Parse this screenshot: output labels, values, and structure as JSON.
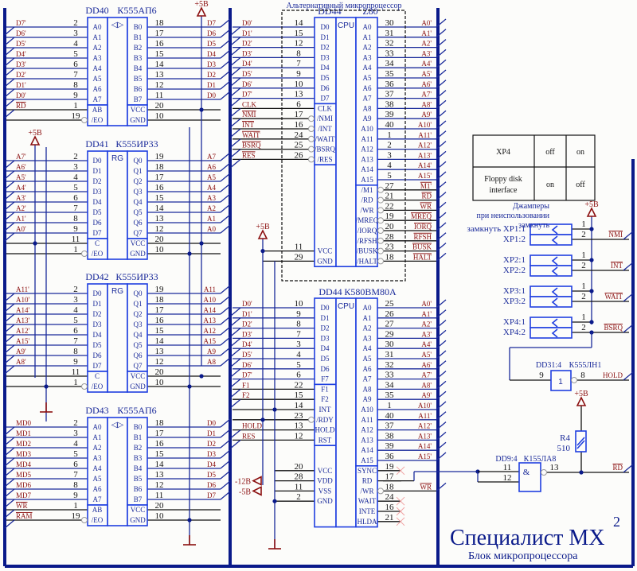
{
  "title": {
    "main": "Специалист МХ",
    "superscript": "2",
    "subtitle": "Блок микропроцессора"
  },
  "colors": {
    "bus": "#0a1a8a",
    "chip_border": "#1f3fe0",
    "net_label": "#8b1010",
    "wire": "#111111"
  },
  "power": {
    "plus5": "+5В",
    "minus12": "-12В",
    "minus5": "-5В"
  },
  "alt_cpu_caption": "Альтернативный микропроцессор",
  "chips": {
    "dd40": {
      "ref": "DD40",
      "part": "К555АП6",
      "center": "◁▷",
      "left_pins": [
        {
          "net": "D7'",
          "num": "2",
          "name": "A0"
        },
        {
          "net": "D6'",
          "num": "3",
          "name": "A1"
        },
        {
          "net": "D5'",
          "num": "4",
          "name": "A2"
        },
        {
          "net": "D4'",
          "num": "5",
          "name": "A3"
        },
        {
          "net": "D3'",
          "num": "6",
          "name": "A4"
        },
        {
          "net": "D2'",
          "num": "7",
          "name": "A5"
        },
        {
          "net": "D1'",
          "num": "8",
          "name": "A6"
        },
        {
          "net": "D0'",
          "num": "9",
          "name": "A7"
        },
        {
          "net": "RD",
          "num": "1",
          "name": "AB",
          "overline": true
        },
        {
          "net": "",
          "num": "19",
          "name": "/EO"
        }
      ],
      "right_pins": [
        {
          "net": "D7",
          "num": "18",
          "name": "B0"
        },
        {
          "net": "D6",
          "num": "17",
          "name": "B1"
        },
        {
          "net": "D5",
          "num": "16",
          "name": "B2"
        },
        {
          "net": "D4",
          "num": "15",
          "name": "B3"
        },
        {
          "net": "D3",
          "num": "14",
          "name": "B4"
        },
        {
          "net": "D2",
          "num": "13",
          "name": "B5"
        },
        {
          "net": "D1",
          "num": "12",
          "name": "B6"
        },
        {
          "net": "D0",
          "num": "11",
          "name": "B7"
        },
        {
          "net": "",
          "num": "20",
          "name": "VCC"
        },
        {
          "net": "",
          "num": "10",
          "name": "GND"
        }
      ]
    },
    "dd41": {
      "ref": "DD41",
      "part": "К555ИР33",
      "center": "RG",
      "left_pins": [
        {
          "net": "A7'",
          "num": "2",
          "name": "D0"
        },
        {
          "net": "A6'",
          "num": "3",
          "name": "D1"
        },
        {
          "net": "A5'",
          "num": "4",
          "name": "D2"
        },
        {
          "net": "A4'",
          "num": "5",
          "name": "D3"
        },
        {
          "net": "A3'",
          "num": "6",
          "name": "D4"
        },
        {
          "net": "A2'",
          "num": "7",
          "name": "D5"
        },
        {
          "net": "A1'",
          "num": "8",
          "name": "D6"
        },
        {
          "net": "A0'",
          "num": "9",
          "name": "D7"
        },
        {
          "net": "",
          "num": "11",
          "name": "C"
        },
        {
          "net": "",
          "num": "1",
          "name": "/EO"
        }
      ],
      "right_pins": [
        {
          "net": "A7",
          "num": "19",
          "name": "Q0"
        },
        {
          "net": "A6",
          "num": "18",
          "name": "Q1"
        },
        {
          "net": "A5",
          "num": "17",
          "name": "Q2"
        },
        {
          "net": "A4",
          "num": "16",
          "name": "Q3"
        },
        {
          "net": "A3",
          "num": "15",
          "name": "Q4"
        },
        {
          "net": "A2",
          "num": "14",
          "name": "Q5"
        },
        {
          "net": "A1",
          "num": "13",
          "name": "Q6"
        },
        {
          "net": "A0",
          "num": "12",
          "name": "Q7"
        },
        {
          "net": "",
          "num": "20",
          "name": "VCC"
        },
        {
          "net": "",
          "num": "10",
          "name": "GND"
        }
      ]
    },
    "dd42": {
      "ref": "DD42",
      "part": "К555ИР33",
      "center": "RG",
      "left_pins": [
        {
          "net": "A11'",
          "num": "2",
          "name": "D0"
        },
        {
          "net": "A10'",
          "num": "3",
          "name": "D1"
        },
        {
          "net": "A14'",
          "num": "4",
          "name": "D2"
        },
        {
          "net": "A13'",
          "num": "5",
          "name": "D3"
        },
        {
          "net": "A12'",
          "num": "6",
          "name": "D4"
        },
        {
          "net": "A15'",
          "num": "7",
          "name": "D5"
        },
        {
          "net": "A9'",
          "num": "8",
          "name": "D6"
        },
        {
          "net": "A8'",
          "num": "9",
          "name": "D7"
        },
        {
          "net": "",
          "num": "11",
          "name": "C"
        },
        {
          "net": "",
          "num": "1",
          "name": "/EO"
        }
      ],
      "right_pins": [
        {
          "net": "A11",
          "num": "19",
          "name": "Q0"
        },
        {
          "net": "A10",
          "num": "18",
          "name": "Q1"
        },
        {
          "net": "A14",
          "num": "17",
          "name": "Q2"
        },
        {
          "net": "A13",
          "num": "16",
          "name": "Q3"
        },
        {
          "net": "A12",
          "num": "15",
          "name": "Q4"
        },
        {
          "net": "A15",
          "num": "14",
          "name": "Q5"
        },
        {
          "net": "A9",
          "num": "13",
          "name": "Q6"
        },
        {
          "net": "A8",
          "num": "12",
          "name": "Q7"
        },
        {
          "net": "",
          "num": "20",
          "name": "VCC"
        },
        {
          "net": "",
          "num": "10",
          "name": "GND"
        }
      ]
    },
    "dd43": {
      "ref": "DD43",
      "part": "К555АП6",
      "center": "◁▷",
      "left_pins": [
        {
          "net": "MD0",
          "num": "2",
          "name": "A0"
        },
        {
          "net": "MD1",
          "num": "3",
          "name": "A1"
        },
        {
          "net": "MD2",
          "num": "4",
          "name": "A2"
        },
        {
          "net": "MD3",
          "num": "5",
          "name": "A3"
        },
        {
          "net": "MD4",
          "num": "6",
          "name": "A4"
        },
        {
          "net": "MD5",
          "num": "7",
          "name": "A5"
        },
        {
          "net": "MD6",
          "num": "8",
          "name": "A6"
        },
        {
          "net": "MD7",
          "num": "9",
          "name": "A7"
        },
        {
          "net": "WR",
          "num": "1",
          "name": "AB",
          "overline": true
        },
        {
          "net": "RAM",
          "num": "19",
          "name": "/EO",
          "overline": true
        }
      ],
      "right_pins": [
        {
          "net": "D0",
          "num": "18",
          "name": "B0"
        },
        {
          "net": "D1",
          "num": "17",
          "name": "B1"
        },
        {
          "net": "D2",
          "num": "16",
          "name": "B2"
        },
        {
          "net": "D3",
          "num": "15",
          "name": "B3"
        },
        {
          "net": "D4",
          "num": "14",
          "name": "B4"
        },
        {
          "net": "D5",
          "num": "13",
          "name": "B5"
        },
        {
          "net": "D6",
          "num": "12",
          "name": "B6"
        },
        {
          "net": "D7",
          "num": "11",
          "name": "B7"
        },
        {
          "net": "",
          "num": "20",
          "name": "VCC"
        },
        {
          "net": "",
          "num": "10",
          "name": "GND"
        }
      ]
    },
    "z80": {
      "ref": "DD44'",
      "part": "Z80",
      "center": "CPU",
      "left_pins": [
        {
          "net": "D0'",
          "num": "14",
          "name": "D0"
        },
        {
          "net": "D1'",
          "num": "15",
          "name": "D1"
        },
        {
          "net": "D2'",
          "num": "12",
          "name": "D2"
        },
        {
          "net": "D3'",
          "num": "8",
          "name": "D3"
        },
        {
          "net": "D4'",
          "num": "7",
          "name": "D4"
        },
        {
          "net": "D5'",
          "num": "9",
          "name": "D5"
        },
        {
          "net": "D6'",
          "num": "10",
          "name": "D6"
        },
        {
          "net": "D7'",
          "num": "13",
          "name": "D7"
        },
        {
          "net": "CLK",
          "num": "6",
          "name": "CLK"
        },
        {
          "net": "NMI",
          "num": "17",
          "name": "/NMI",
          "overline": true
        },
        {
          "net": "INT",
          "num": "16",
          "name": "/INT",
          "overline": true
        },
        {
          "net": "WAIT",
          "num": "24",
          "name": "/WAIT",
          "overline": true
        },
        {
          "net": "BSRQ",
          "num": "25",
          "name": "/BSRQ",
          "overline": true
        },
        {
          "net": "RES",
          "num": "26",
          "name": "/RES",
          "overline": true
        }
      ],
      "power_pins": [
        {
          "num": "11",
          "name": "VCC"
        },
        {
          "num": "29",
          "name": "GND"
        }
      ],
      "right_pins": [
        {
          "net": "A0'",
          "num": "30",
          "name": "A0"
        },
        {
          "net": "A1'",
          "num": "31",
          "name": "A1"
        },
        {
          "net": "A2'",
          "num": "32",
          "name": "A2"
        },
        {
          "net": "A3'",
          "num": "33",
          "name": "A3"
        },
        {
          "net": "A4'",
          "num": "34",
          "name": "A4"
        },
        {
          "net": "A5'",
          "num": "35",
          "name": "A5"
        },
        {
          "net": "A6'",
          "num": "36",
          "name": "A6"
        },
        {
          "net": "A7'",
          "num": "37",
          "name": "A7"
        },
        {
          "net": "A8'",
          "num": "38",
          "name": "A8"
        },
        {
          "net": "A9'",
          "num": "39",
          "name": "A9"
        },
        {
          "net": "A10'",
          "num": "40",
          "name": "A10"
        },
        {
          "net": "A11'",
          "num": "1",
          "name": "A11"
        },
        {
          "net": "A12'",
          "num": "2",
          "name": "A12"
        },
        {
          "net": "A13'",
          "num": "3",
          "name": "A13"
        },
        {
          "net": "A14'",
          "num": "4",
          "name": "A14"
        },
        {
          "net": "A15'",
          "num": "5",
          "name": "A15"
        },
        {
          "net": "M1'",
          "num": "27",
          "name": "/M1",
          "overline": true
        },
        {
          "net": "RD",
          "num": "21",
          "name": "/RD",
          "overline": true
        },
        {
          "net": "WR",
          "num": "22",
          "name": "/WR",
          "overline": true
        },
        {
          "net": "MREQ",
          "num": "19",
          "name": "/MREQ",
          "overline": true
        },
        {
          "net": "IORQ",
          "num": "20",
          "name": "/IORQ",
          "overline": true
        },
        {
          "net": "RFSH",
          "num": "28",
          "name": "/RFSH",
          "overline": true
        },
        {
          "net": "BUSK",
          "num": "23",
          "name": "/BUSK",
          "overline": true
        },
        {
          "net": "HALT",
          "num": "18",
          "name": "/HALT",
          "overline": true
        }
      ]
    },
    "i8080": {
      "ref": "DD44",
      "part": "К580ВМ80А",
      "center": "CPU",
      "left_pins": [
        {
          "net": "D0'",
          "num": "10",
          "name": "D0"
        },
        {
          "net": "D1'",
          "num": "9",
          "name": "D1"
        },
        {
          "net": "D2'",
          "num": "8",
          "name": "D2"
        },
        {
          "net": "D3'",
          "num": "7",
          "name": "D3"
        },
        {
          "net": "D4'",
          "num": "3",
          "name": "D4"
        },
        {
          "net": "D5'",
          "num": "4",
          "name": "D5"
        },
        {
          "net": "D6'",
          "num": "5",
          "name": "D6"
        },
        {
          "net": "D7'",
          "num": "6",
          "name": "F7"
        },
        {
          "net": "F1",
          "num": "22",
          "name": "F1"
        },
        {
          "net": "F2",
          "num": "15",
          "name": "F2"
        },
        {
          "net": "",
          "num": "14",
          "name": "INT"
        },
        {
          "net": "",
          "num": "23",
          "name": "/RDY"
        },
        {
          "net": "HOLD",
          "num": "13",
          "name": "HOLD"
        },
        {
          "net": "RES",
          "num": "12",
          "name": "RST"
        }
      ],
      "power_pins": [
        {
          "num": "20",
          "name": "VCC"
        },
        {
          "num": "28",
          "name": "VDD"
        },
        {
          "num": "11",
          "name": "VSS"
        },
        {
          "num": "2",
          "name": "GND"
        }
      ],
      "right_pins": [
        {
          "net": "A0'",
          "num": "25",
          "name": "A0"
        },
        {
          "net": "A1'",
          "num": "26",
          "name": "A1"
        },
        {
          "net": "A2'",
          "num": "27",
          "name": "A2"
        },
        {
          "net": "A3'",
          "num": "29",
          "name": "A3"
        },
        {
          "net": "A4'",
          "num": "30",
          "name": "A4"
        },
        {
          "net": "A5'",
          "num": "31",
          "name": "A5"
        },
        {
          "net": "A6'",
          "num": "32",
          "name": "A6"
        },
        {
          "net": "A7'",
          "num": "33",
          "name": "A7"
        },
        {
          "net": "A8'",
          "num": "34",
          "name": "A8"
        },
        {
          "net": "A9'",
          "num": "35",
          "name": "A9"
        },
        {
          "net": "A10'",
          "num": "1",
          "name": "A10"
        },
        {
          "net": "A11'",
          "num": "40",
          "name": "A11"
        },
        {
          "net": "A12'",
          "num": "37",
          "name": "A12"
        },
        {
          "net": "A13'",
          "num": "38",
          "name": "A13"
        },
        {
          "net": "A14'",
          "num": "39",
          "name": "A14"
        },
        {
          "net": "A15'",
          "num": "36",
          "name": "A15"
        },
        {
          "net": "",
          "num": "19",
          "name": "SYNC"
        },
        {
          "net": "",
          "num": "17",
          "name": "RD"
        },
        {
          "net": "WR",
          "num": "18",
          "name": "/WR",
          "overline": true
        },
        {
          "net": "",
          "num": "24",
          "name": "WAIT"
        },
        {
          "net": "",
          "num": "16",
          "name": "INTE"
        },
        {
          "net": "",
          "num": "21",
          "name": "HLDA"
        }
      ]
    },
    "dd31": {
      "ref": "DD31:4",
      "part": "К555ЛН1",
      "symbol": "1",
      "in": "9",
      "out": "8",
      "out_net": "HOLD"
    },
    "dd9": {
      "ref": "DD9:4",
      "part": "К155ЛА8",
      "symbol": "&",
      "in1": "11",
      "in2": "12",
      "out": "13",
      "out_net": "RD"
    },
    "r4": {
      "ref": "R4",
      "value": "510"
    }
  },
  "jumpers": {
    "caption": [
      "Джамперы",
      "при неиспользовании",
      "замкнуть"
    ],
    "items": [
      {
        "p1": "XP1:1",
        "p2": "XP1:2",
        "net": "NMI"
      },
      {
        "p1": "XP2:1",
        "p2": "XP2:2",
        "net": "INT"
      },
      {
        "p1": "XP3:1",
        "p2": "XP3:2",
        "net": "WAIT"
      },
      {
        "p1": "XP4:1",
        "p2": "XP4:2",
        "net": "BSRQ"
      }
    ],
    "pin1": "1",
    "pin2": "2"
  },
  "table": {
    "rows": [
      [
        "XP4",
        "off",
        "on"
      ],
      [
        "Floppy disk interface",
        "on",
        "off"
      ]
    ]
  }
}
